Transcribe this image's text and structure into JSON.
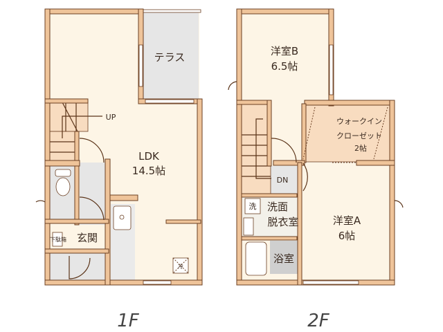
{
  "floor1": {
    "label": "1F",
    "rooms": {
      "terrace": "テラス",
      "ldk": "LDK",
      "ldk_size": "14.5帖",
      "stairs_up": "UP",
      "entrance": "玄関",
      "shoe_cabinet": "下駄箱",
      "fridge": "冷"
    }
  },
  "floor2": {
    "label": "2F",
    "rooms": {
      "room_b": "洋室B",
      "room_b_size": "6.5帖",
      "wic_line1": "ウォークイン",
      "wic_line2": "クローゼット",
      "wic_size": "2帖",
      "stairs_down": "DN",
      "washer": "洗",
      "washroom_line1": "洗面",
      "washroom_line2": "脱衣室",
      "room_a": "洋室A",
      "room_a_size": "6帖",
      "bathroom": "浴室"
    }
  },
  "colors": {
    "wall": "#efc49a",
    "outline": "#6b3f22",
    "floor": "#fdf5e6",
    "terrace": "#e6e6e6"
  }
}
